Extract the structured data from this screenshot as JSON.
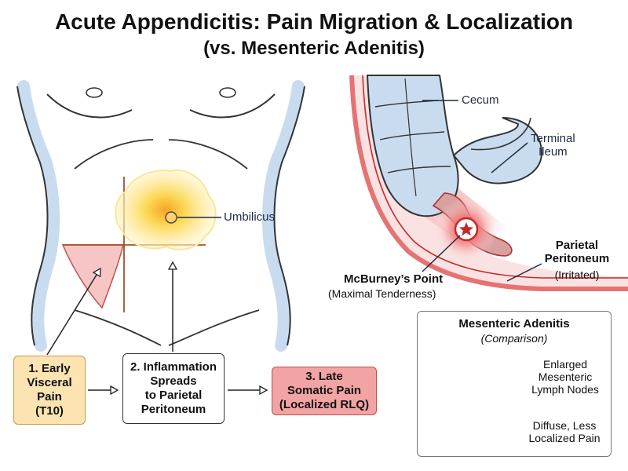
{
  "title": "Acute Appendicitis: Pain Migration & Localization",
  "subtitle": "(vs. Mesenteric Adenitis)",
  "labels": {
    "umbilicus": "Umbilicus",
    "cecum": "Cecum",
    "terminal_ileum": [
      "Terminal",
      "Ileum"
    ],
    "mcburney": "McBurney’s Point",
    "mcburney_sub": "(Maximal Tenderness)",
    "parietal": [
      "Parietal",
      "Peritoneum"
    ],
    "parietal_sub": "(Irritated)"
  },
  "steps": [
    {
      "lines": [
        "1. Early",
        "Visceral",
        "Pain",
        "(T10)"
      ]
    },
    {
      "lines": [
        "2. Inflammation",
        "Spreads",
        "to Parietal",
        "Peritoneum"
      ]
    },
    {
      "lines": [
        "3. Late",
        "Somatic Pain",
        "(Localized RLQ)"
      ]
    }
  ],
  "comparison": {
    "title": "Mesenteric Adenitis",
    "subtitle": "(Comparison)",
    "nodes_label": [
      "Enlarged",
      "Mesenteric",
      "Lymph Nodes"
    ],
    "pain_label": [
      "Diffuse, Less",
      "Localized Pain"
    ]
  },
  "colors": {
    "box1_fill": "#fbe3b2",
    "box3_fill": "#f2a3a3",
    "inflammation_red": "#e53935",
    "pain_glow": "#fdd835",
    "bowel_blue": "#c9dcef"
  }
}
